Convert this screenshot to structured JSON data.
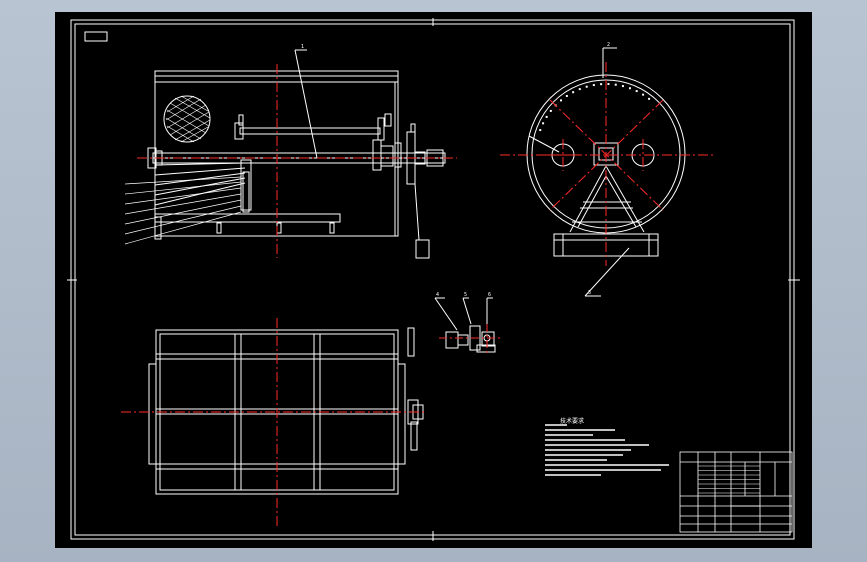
{
  "colors": {
    "background": "#000000",
    "frame": "#ffffff",
    "centerline": "#ff2a2a",
    "chrome": "#b4bfcd"
  },
  "drawing": {
    "corner_tag": "",
    "leaders": {
      "side_view": "1",
      "end_view": "2",
      "base": "3",
      "motor_a": "4",
      "motor_b": "5",
      "motor_c": "6"
    },
    "parts_list_rows": 7,
    "notes": {
      "heading": "技术要求",
      "lines": []
    },
    "title_block": {
      "drawing_name": "",
      "scale": "",
      "sheet": ""
    }
  }
}
